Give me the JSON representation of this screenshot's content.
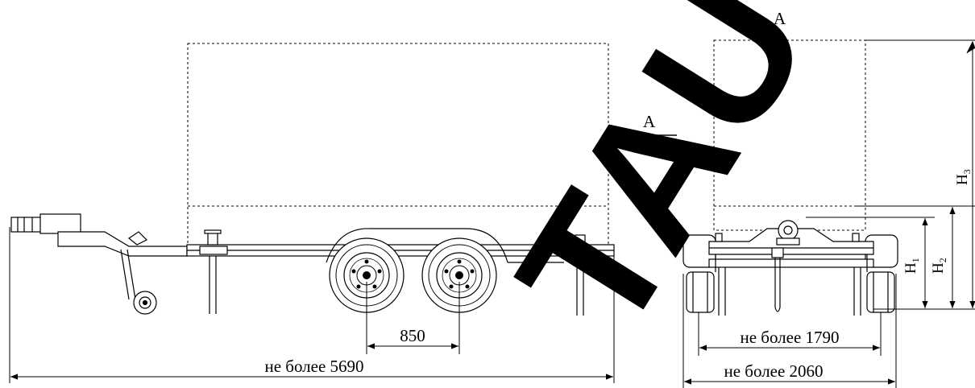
{
  "side_view": {
    "dim_wheelbase": "850",
    "dim_overall_length": "не более 5690",
    "section_marker": "A"
  },
  "rear_view": {
    "section_label": "A",
    "dim_track": "не более 1790",
    "dim_overall_width": "не более 2060",
    "h1_letter": "H",
    "h1_sub": "1",
    "h2_letter": "H",
    "h2_sub": "2",
    "h3_letter": "H",
    "h3_sub": "3"
  },
  "watermark": {
    "text": "TAUTO.",
    "color": "#000000"
  }
}
